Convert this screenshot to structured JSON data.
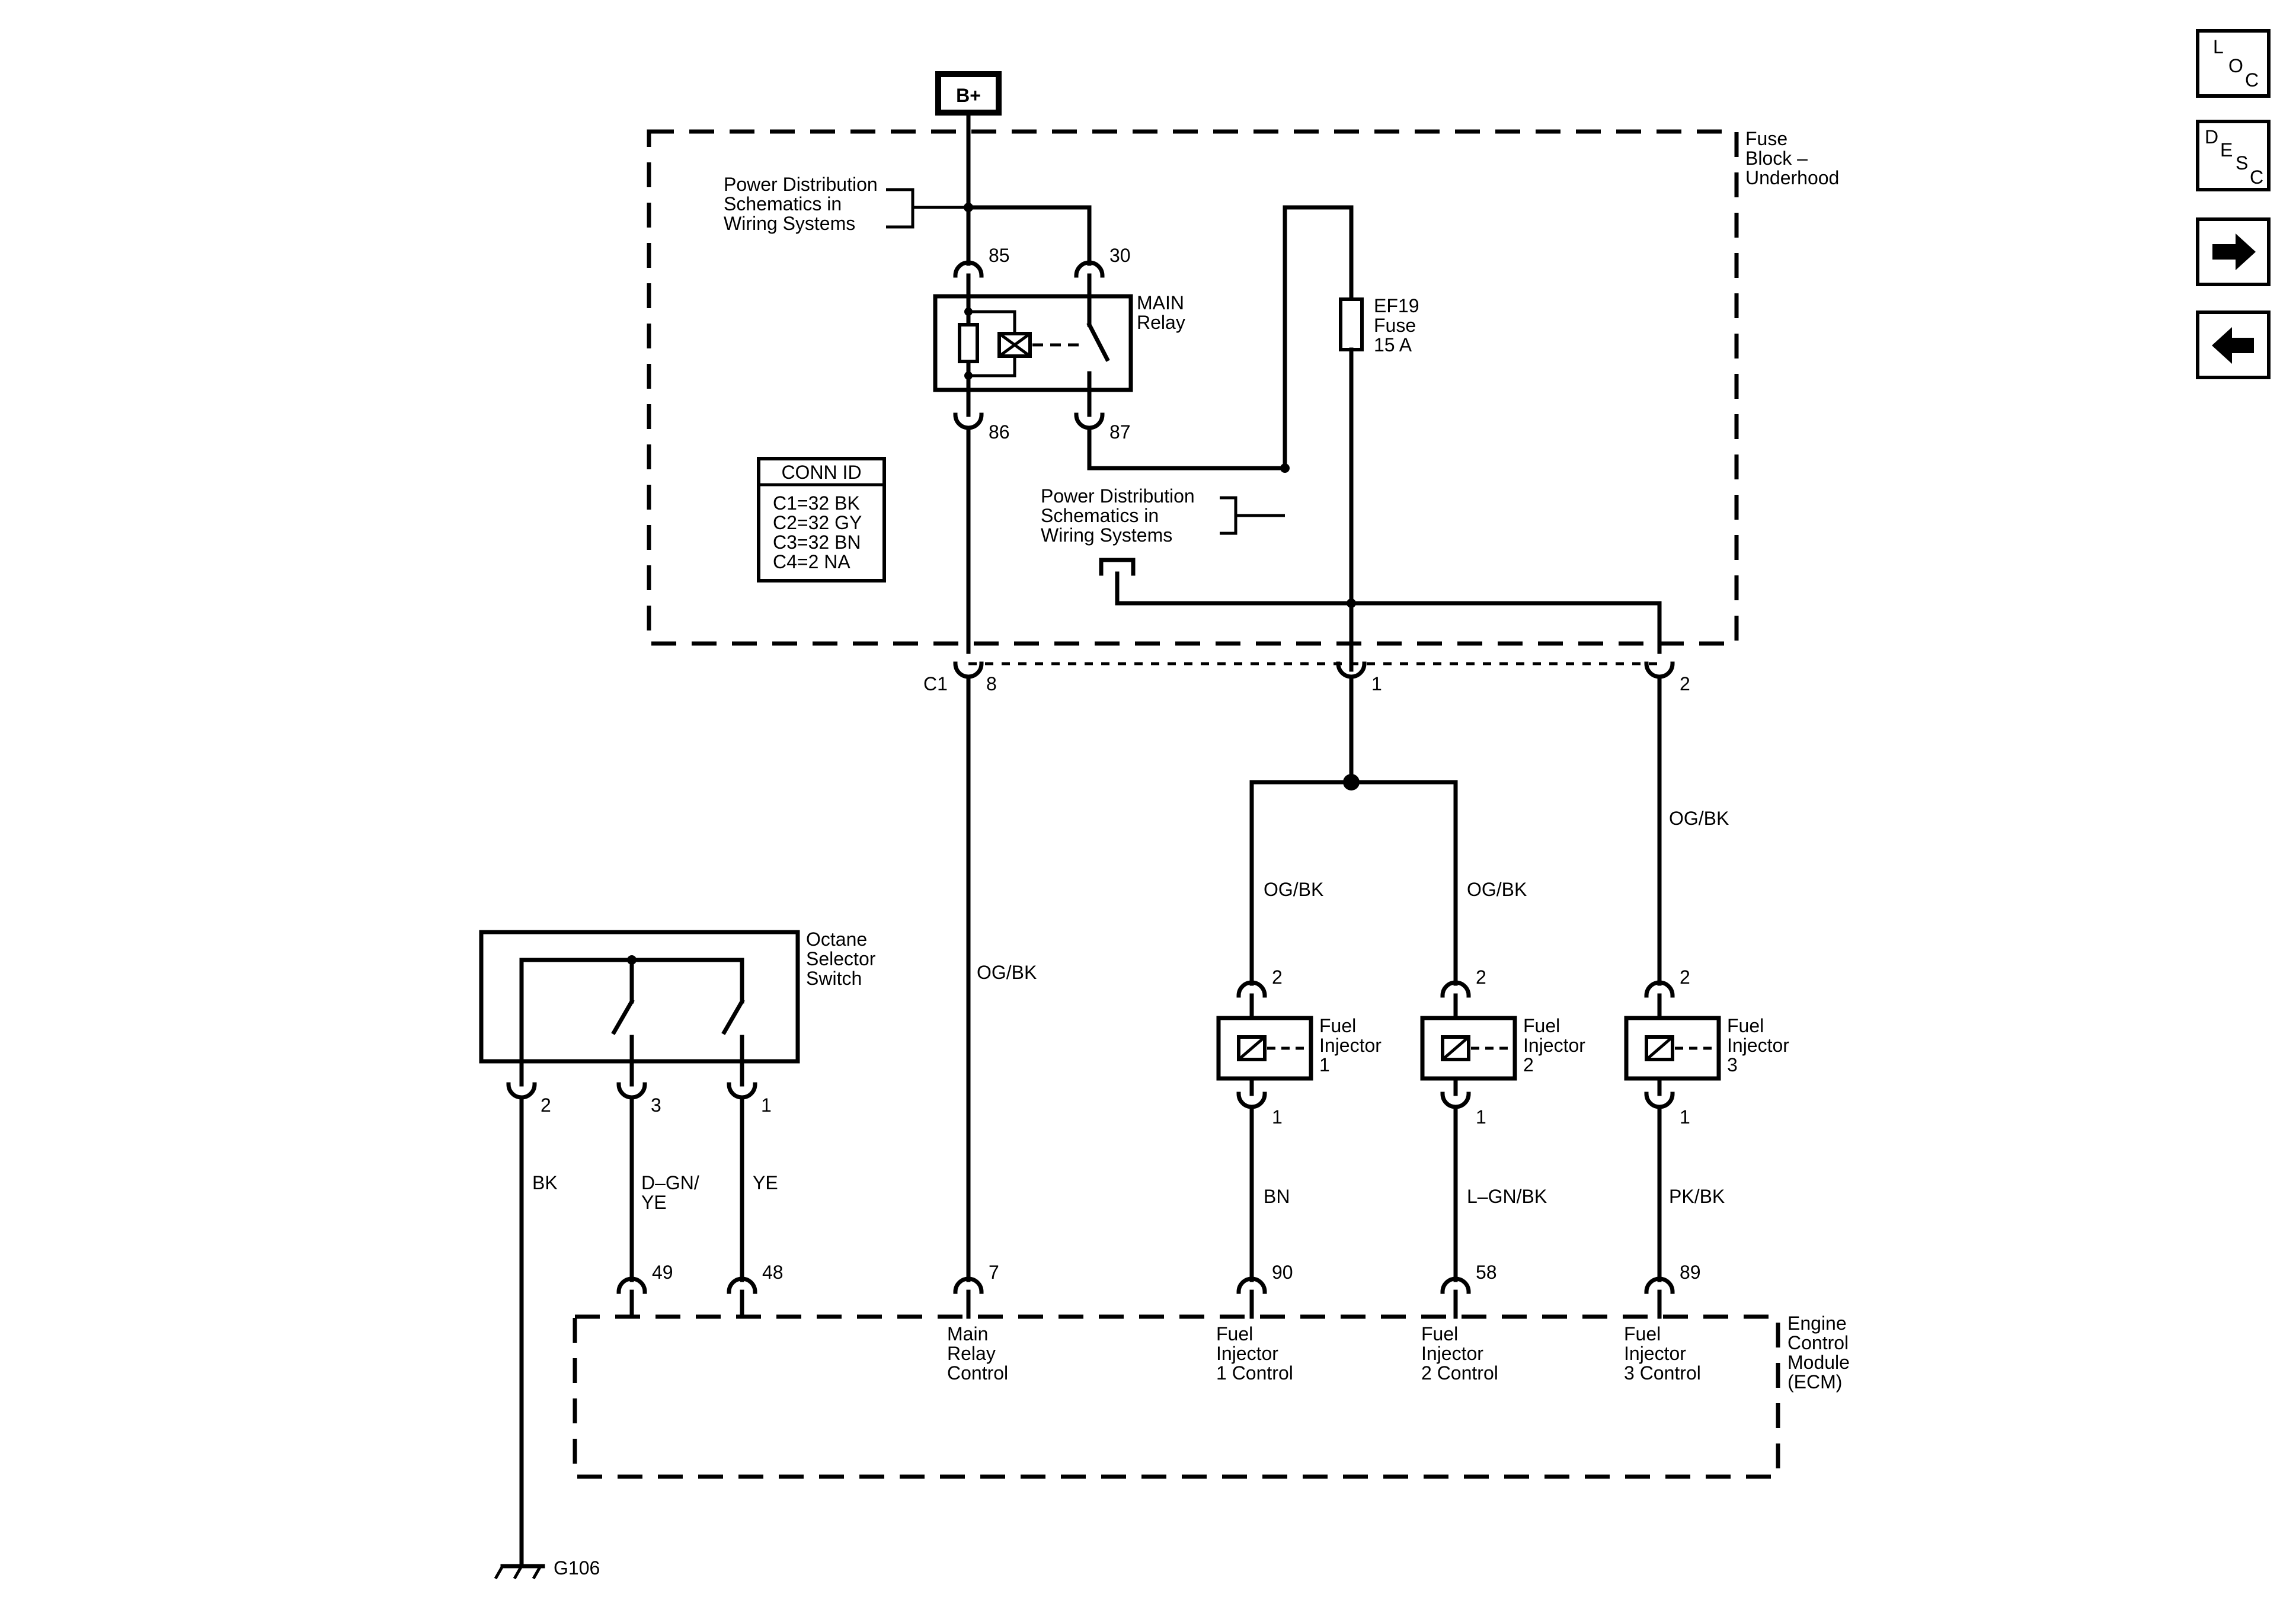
{
  "power_label": "B+",
  "fuse_block": {
    "label": [
      "Fuse",
      "Block –",
      "Underhood"
    ]
  },
  "pds_ref_1": [
    "Power Distribution",
    "Schematics in",
    "Wiring Systems"
  ],
  "pds_ref_2": [
    "Power Distribution",
    "Schematics in",
    "Wiring Systems"
  ],
  "main_relay": {
    "label": [
      "MAIN",
      "Relay"
    ],
    "pins": {
      "p85": "85",
      "p30": "30",
      "p86": "86",
      "p87": "87"
    }
  },
  "fuse": {
    "label": [
      "EF19",
      "Fuse",
      "15 A"
    ]
  },
  "conn_id": {
    "title": "CONN ID",
    "rows": [
      "C1=32 BK",
      "C2=32 GY",
      "C3=32 BN",
      "C4=2 NA"
    ]
  },
  "connector_c1": {
    "name": "C1",
    "pins": [
      "8",
      "1",
      "2"
    ]
  },
  "wires": {
    "main_relay_control": "OG/BK",
    "inj1_feed": "OG/BK",
    "inj2_feed": "OG/BK",
    "inj3_feed": "OG/BK",
    "inj1_control": "BN",
    "inj2_control": "L–GN/BK",
    "inj3_control": "PK/BK",
    "octane_ground": "BK",
    "octane_sig_a": [
      "D–GN/",
      "YE"
    ],
    "octane_sig_b": "YE"
  },
  "injectors": [
    {
      "label": [
        "Fuel",
        "Injector",
        "1"
      ],
      "pin_top": "2",
      "pin_bottom": "1"
    },
    {
      "label": [
        "Fuel",
        "Injector",
        "2"
      ],
      "pin_top": "2",
      "pin_bottom": "1"
    },
    {
      "label": [
        "Fuel",
        "Injector",
        "3"
      ],
      "pin_top": "2",
      "pin_bottom": "1"
    }
  ],
  "octane_switch": {
    "label": [
      "Octane",
      "Selector",
      "Switch"
    ],
    "pins": [
      "2",
      "3",
      "1"
    ]
  },
  "ecm": {
    "label": [
      "Engine",
      "Control",
      "Module",
      "(ECM)"
    ],
    "pins": [
      "49",
      "48",
      "7",
      "90",
      "58",
      "89"
    ],
    "terminals": [
      [
        "Main",
        "Relay",
        "Control"
      ],
      [
        "Fuel",
        "Injector",
        "1 Control"
      ],
      [
        "Fuel",
        "Injector",
        "2 Control"
      ],
      [
        "Fuel",
        "Injector",
        "3 Control"
      ]
    ]
  },
  "ground": {
    "label": "G106"
  },
  "nav": {
    "loc": [
      "L",
      "O",
      "C"
    ],
    "desc": [
      "D",
      "E",
      "S",
      "C"
    ]
  }
}
